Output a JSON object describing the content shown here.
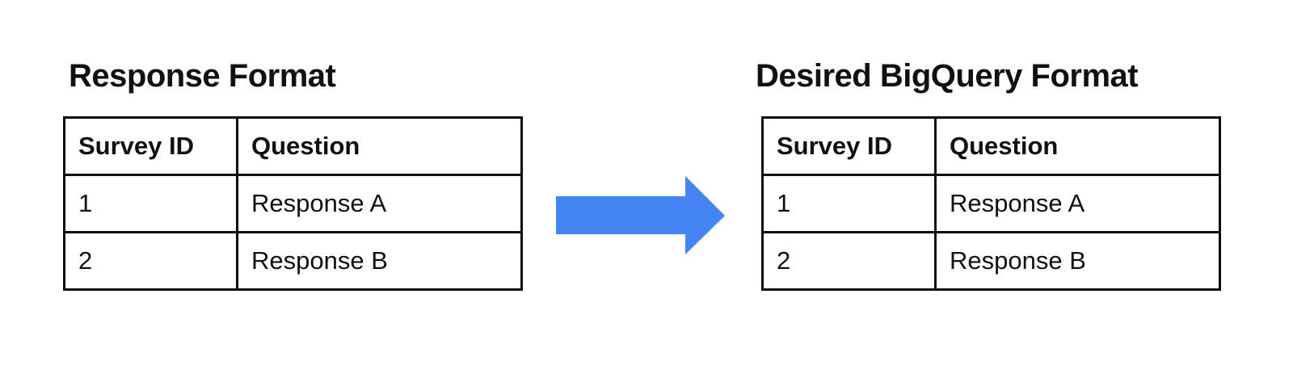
{
  "canvas": {
    "background": "#ffffff"
  },
  "theme": {
    "text_color": "#111111",
    "border_color": "#0e0e0e",
    "arrow_color": "#4584F3"
  },
  "left_panel": {
    "title": "Response Format",
    "table": {
      "headers": [
        "Survey ID",
        "Question"
      ],
      "rows": [
        [
          "1",
          "Response A"
        ],
        [
          "2",
          "Response B"
        ]
      ]
    }
  },
  "arrow": {
    "icon": "right-arrow",
    "color": "#4584F3"
  },
  "right_panel": {
    "title": "Desired BigQuery Format",
    "table": {
      "headers": [
        "Survey ID",
        "Question"
      ],
      "rows": [
        [
          "1",
          "Response A"
        ],
        [
          "2",
          "Response B"
        ]
      ]
    }
  }
}
